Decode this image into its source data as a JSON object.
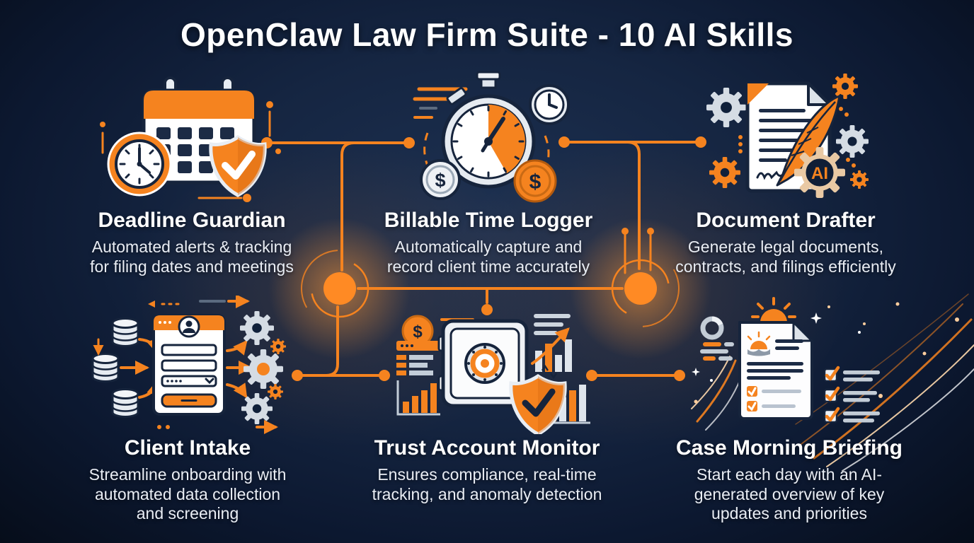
{
  "title": "OpenClaw Law Firm Suite - 10 AI Skills",
  "skills": [
    {
      "name": "Deadline Guardian",
      "description": "Automated alerts & tracking for filing dates and meetings",
      "icon": "calendar-shield-clock"
    },
    {
      "name": "Billable Time Logger",
      "description": "Automatically capture and record client time accurately",
      "icon": "stopwatch-dollar-coins"
    },
    {
      "name": "Document Drafter",
      "description": "Generate legal documents, contracts, and filings efficiently",
      "icon": "document-quill-ai-gears"
    },
    {
      "name": "Client Intake",
      "description": "Streamline onboarding with automated data collection and screening",
      "icon": "intake-form-databases-gears"
    },
    {
      "name": "Trust Account Monitor",
      "description": "Ensures compliance, real-time tracking, and anomaly detection",
      "icon": "vault-shield-charts"
    },
    {
      "name": "Case Morning Briefing",
      "description": "Start each day with an AI-generated overview of key updates and priorities",
      "icon": "sunrise-document-checklist"
    }
  ],
  "icon_labels": {
    "ai_badge": "AI",
    "currency_symbol": "$"
  },
  "colors": {
    "background_navy": "#0c1830",
    "accent_orange": "#f5831f",
    "node_glow_orange": "#ff8a24",
    "icon_silver": "#dde3ea",
    "icon_stroke_navy": "#16243c",
    "text_white": "#ffffff"
  }
}
